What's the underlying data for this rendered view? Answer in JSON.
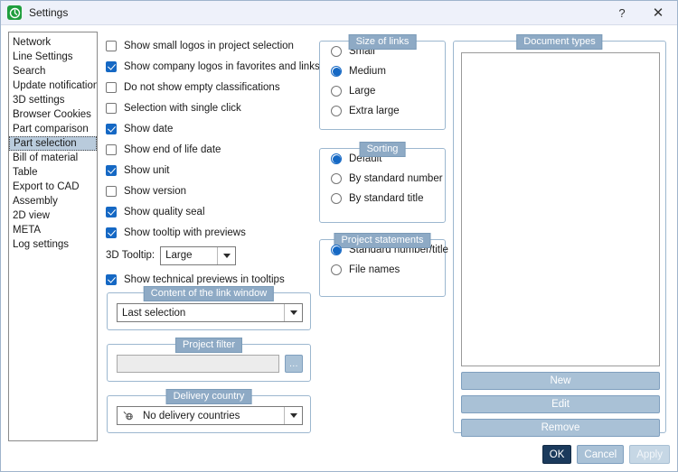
{
  "window": {
    "title": "Settings",
    "app_icon": "settings-target-icon",
    "help_label": "?",
    "close_label": "✕"
  },
  "sidebar": {
    "items": [
      {
        "label": "Network",
        "selected": false
      },
      {
        "label": "Line Settings",
        "selected": false
      },
      {
        "label": "Search",
        "selected": false
      },
      {
        "label": "Update notification",
        "selected": false
      },
      {
        "label": "3D settings",
        "selected": false
      },
      {
        "label": "Browser Cookies",
        "selected": false
      },
      {
        "label": "Part comparison",
        "selected": false
      },
      {
        "label": "Part selection",
        "selected": true
      },
      {
        "label": "Bill of material",
        "selected": false
      },
      {
        "label": "Table",
        "selected": false
      },
      {
        "label": "Export to CAD",
        "selected": false
      },
      {
        "label": "Assembly",
        "selected": false
      },
      {
        "label": "2D view",
        "selected": false
      },
      {
        "label": "META",
        "selected": false
      },
      {
        "label": "Log settings",
        "selected": false
      }
    ]
  },
  "checkboxes": [
    {
      "label": "Show small logos in project selection",
      "checked": false
    },
    {
      "label": "Show company logos in favorites and links",
      "checked": true
    },
    {
      "label": "Do not show empty classifications",
      "checked": false
    },
    {
      "label": "Selection with single click",
      "checked": false
    },
    {
      "label": "Show date",
      "checked": true
    },
    {
      "label": "Show end of life date",
      "checked": false
    },
    {
      "label": "Show unit",
      "checked": true
    },
    {
      "label": "Show version",
      "checked": false
    },
    {
      "label": "Show quality seal",
      "checked": true
    },
    {
      "label": "Show tooltip with previews",
      "checked": true
    }
  ],
  "tooltip_setting": {
    "label": "3D Tooltip:",
    "value": "Large"
  },
  "technical_previews": {
    "label": "Show technical previews in tooltips",
    "checked": true
  },
  "link_window": {
    "legend": "Content of the link window",
    "value": "Last selection"
  },
  "project_filter": {
    "legend": "Project filter",
    "value": "",
    "placeholder": "",
    "browse_label": "..."
  },
  "delivery_country": {
    "legend": "Delivery country",
    "value": "No delivery countries",
    "icon": "globe-icon"
  },
  "size_of_links": {
    "legend": "Size of links",
    "options": [
      {
        "label": "Small",
        "selected": false
      },
      {
        "label": "Medium",
        "selected": true
      },
      {
        "label": "Large",
        "selected": false
      },
      {
        "label": "Extra large",
        "selected": false
      }
    ]
  },
  "sorting": {
    "legend": "Sorting",
    "options": [
      {
        "label": "Default",
        "selected": true
      },
      {
        "label": "By standard number",
        "selected": false
      },
      {
        "label": "By standard title",
        "selected": false
      }
    ]
  },
  "project_statements": {
    "legend": "Project statements",
    "options": [
      {
        "label": "Standard number/title",
        "selected": true
      },
      {
        "label": "File names",
        "selected": false
      }
    ]
  },
  "document_types": {
    "legend": "Document types",
    "items": [],
    "buttons": {
      "new": "New",
      "edit": "Edit",
      "remove": "Remove"
    }
  },
  "footer": {
    "ok": "OK",
    "cancel": "Cancel",
    "apply": "Apply"
  },
  "colors": {
    "titlebar_bg": "#eef1fa",
    "accent_blue": "#1568c4",
    "group_legend_bg": "#8eaac5",
    "button_blue": "#a9c1d6",
    "ok_button": "#1b3a5c",
    "selection_bg": "#b9cbdc",
    "app_icon_green": "#1f9e3d"
  }
}
